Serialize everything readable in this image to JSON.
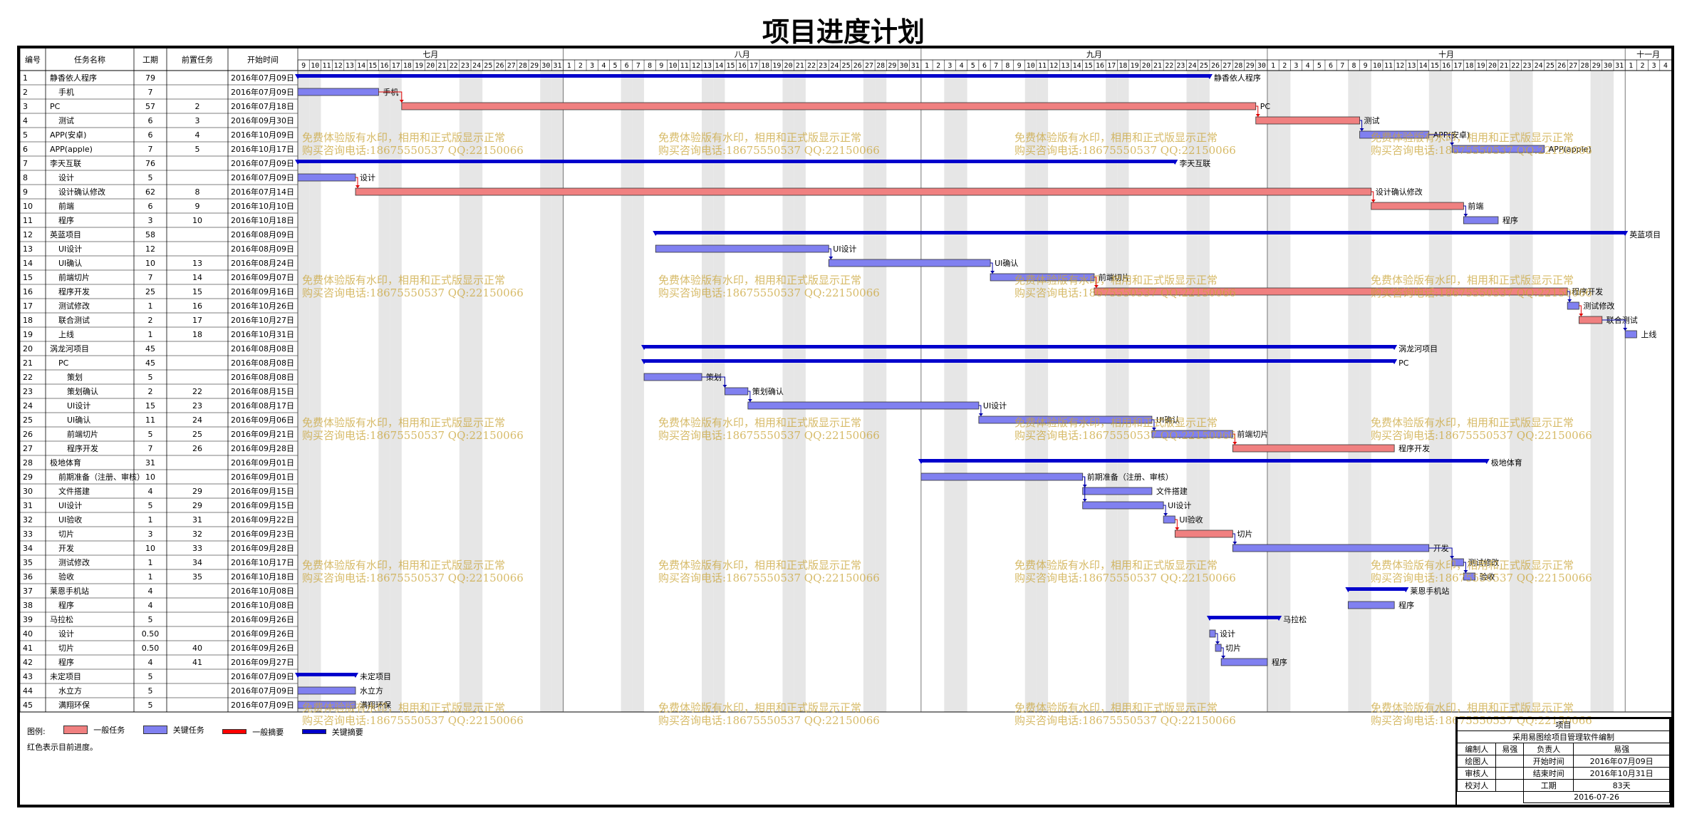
{
  "title": "项目进度计划",
  "columns": {
    "num": "编号",
    "name": "任务名称",
    "dur": "工期",
    "pred": "前置任务",
    "start": "开始时间"
  },
  "timeline": {
    "start": "2016-07-09",
    "months": [
      {
        "label": "七月",
        "days": [
          9,
          10,
          11,
          12,
          13,
          14,
          15,
          16,
          17,
          18,
          19,
          20,
          21,
          22,
          23,
          24,
          25,
          26,
          27,
          28,
          29,
          30,
          31
        ]
      },
      {
        "label": "八月",
        "days": [
          1,
          2,
          3,
          4,
          5,
          6,
          7,
          8,
          9,
          10,
          11,
          12,
          13,
          14,
          15,
          16,
          17,
          18,
          19,
          20,
          21,
          22,
          23,
          24,
          25,
          26,
          27,
          28,
          29,
          30,
          31
        ]
      },
      {
        "label": "九月",
        "days": [
          1,
          2,
          3,
          4,
          5,
          6,
          7,
          8,
          9,
          10,
          11,
          12,
          13,
          14,
          15,
          16,
          17,
          18,
          19,
          20,
          21,
          22,
          23,
          24,
          25,
          26,
          27,
          28,
          29,
          30
        ]
      },
      {
        "label": "十月",
        "days": [
          1,
          2,
          3,
          4,
          5,
          6,
          7,
          8,
          9,
          10,
          11,
          12,
          13,
          14,
          15,
          16,
          17,
          18,
          19,
          20,
          21,
          22,
          23,
          24,
          25,
          26,
          27,
          28,
          29,
          30,
          31
        ]
      },
      {
        "label": "十一月",
        "days": [
          1,
          2,
          3,
          4
        ]
      }
    ]
  },
  "chart_data": {
    "type": "gantt",
    "title": "项目进度计划",
    "tasks": [
      {
        "id": "1",
        "name": "静香依人程序",
        "dur": "79",
        "pred": "",
        "start": "2016年07月09日",
        "kind": "summary",
        "label": "静香依人程序"
      },
      {
        "id": "2",
        "name": "手机",
        "dur": "7",
        "pred": "",
        "start": "2016年07月09日",
        "kind": "task",
        "label": "手机"
      },
      {
        "id": "3",
        "name": "PC",
        "dur": "57",
        "pred": "2",
        "start": "2016年07月18日",
        "kind": "critical",
        "label": "PC"
      },
      {
        "id": "4",
        "name": "测试",
        "dur": "6",
        "pred": "3",
        "start": "2016年09月30日",
        "kind": "critical",
        "label": "测试"
      },
      {
        "id": "5",
        "name": "APP(安卓)",
        "dur": "6",
        "pred": "4",
        "start": "2016年10月09日",
        "kind": "task",
        "label": "APP(安卓)"
      },
      {
        "id": "6",
        "name": "APP(apple)",
        "dur": "7",
        "pred": "5",
        "start": "2016年10月17日",
        "kind": "task",
        "label": "APP(apple)"
      },
      {
        "id": "7",
        "name": "李天互联",
        "dur": "76",
        "pred": "",
        "start": "2016年07月09日",
        "kind": "summary",
        "label": "李天互联"
      },
      {
        "id": "8",
        "name": "设计",
        "dur": "5",
        "pred": "",
        "start": "2016年07月09日",
        "kind": "task",
        "label": "设计"
      },
      {
        "id": "9",
        "name": "设计确认修改",
        "dur": "62",
        "pred": "8",
        "start": "2016年07月14日",
        "kind": "critical",
        "label": "设计确认修改"
      },
      {
        "id": "10",
        "name": "前端",
        "dur": "6",
        "pred": "9",
        "start": "2016年10月10日",
        "kind": "critical",
        "label": "前端"
      },
      {
        "id": "11",
        "name": "程序",
        "dur": "3",
        "pred": "10",
        "start": "2016年10月18日",
        "kind": "task",
        "label": "程序"
      },
      {
        "id": "12",
        "name": "英蓝项目",
        "dur": "58",
        "pred": "",
        "start": "2016年08月09日",
        "kind": "summary",
        "label": "英蓝项目"
      },
      {
        "id": "13",
        "name": "UI设计",
        "dur": "12",
        "pred": "",
        "start": "2016年08月09日",
        "kind": "task",
        "label": "UI设计"
      },
      {
        "id": "14",
        "name": "UI确认",
        "dur": "10",
        "pred": "13",
        "start": "2016年08月24日",
        "kind": "task",
        "label": "UI确认"
      },
      {
        "id": "15",
        "name": "前端切片",
        "dur": "7",
        "pred": "14",
        "start": "2016年09月07日",
        "kind": "task",
        "label": "前端切片"
      },
      {
        "id": "16",
        "name": "程序开发",
        "dur": "25",
        "pred": "15",
        "start": "2016年09月16日",
        "kind": "critical",
        "label": "程序开发"
      },
      {
        "id": "17",
        "name": "测试修改",
        "dur": "1",
        "pred": "16",
        "start": "2016年10月26日",
        "kind": "task",
        "label": "测试修改"
      },
      {
        "id": "18",
        "name": "联合测试",
        "dur": "2",
        "pred": "17",
        "start": "2016年10月27日",
        "kind": "critical",
        "label": "联合测试"
      },
      {
        "id": "19",
        "name": "上线",
        "dur": "1",
        "pred": "18",
        "start": "2016年10月31日",
        "kind": "task",
        "label": "上线"
      },
      {
        "id": "20",
        "name": "涡龙河项目",
        "dur": "45",
        "pred": "",
        "start": "2016年08月08日",
        "kind": "summary",
        "label": "涡龙河项目"
      },
      {
        "id": "21",
        "name": "PC",
        "dur": "45",
        "pred": "",
        "start": "2016年08月08日",
        "kind": "summary",
        "label": "PC"
      },
      {
        "id": "22",
        "name": "策划",
        "dur": "5",
        "pred": "",
        "start": "2016年08月08日",
        "kind": "task",
        "label": "策划"
      },
      {
        "id": "23",
        "name": "策划确认",
        "dur": "2",
        "pred": "22",
        "start": "2016年08月15日",
        "kind": "task",
        "label": "策划确认"
      },
      {
        "id": "24",
        "name": "UI设计",
        "dur": "15",
        "pred": "23",
        "start": "2016年08月17日",
        "kind": "task",
        "label": "UI设计"
      },
      {
        "id": "25",
        "name": "UI确认",
        "dur": "11",
        "pred": "24",
        "start": "2016年09月06日",
        "kind": "task",
        "label": "UI确认"
      },
      {
        "id": "26",
        "name": "前端切片",
        "dur": "5",
        "pred": "25",
        "start": "2016年09月21日",
        "kind": "task",
        "label": "前端切片"
      },
      {
        "id": "27",
        "name": "程序开发",
        "dur": "7",
        "pred": "26",
        "start": "2016年09月28日",
        "kind": "critical",
        "label": "程序开发"
      },
      {
        "id": "28",
        "name": "极地体育",
        "dur": "31",
        "pred": "",
        "start": "2016年09月01日",
        "kind": "summary",
        "label": "极地体育"
      },
      {
        "id": "29",
        "name": "前期准备（注册、审核）",
        "dur": "10",
        "pred": "",
        "start": "2016年09月01日",
        "kind": "task",
        "label": "前期准备（注册、审核）"
      },
      {
        "id": "30",
        "name": "文件搭建",
        "dur": "4",
        "pred": "29",
        "start": "2016年09月15日",
        "kind": "task",
        "label": "文件搭建"
      },
      {
        "id": "31",
        "name": "UI设计",
        "dur": "5",
        "pred": "29",
        "start": "2016年09月15日",
        "kind": "task",
        "label": "UI设计"
      },
      {
        "id": "32",
        "name": "UI验收",
        "dur": "1",
        "pred": "31",
        "start": "2016年09月22日",
        "kind": "task",
        "label": "UI验收"
      },
      {
        "id": "33",
        "name": "切片",
        "dur": "3",
        "pred": "32",
        "start": "2016年09月23日",
        "kind": "critical",
        "label": "切片"
      },
      {
        "id": "34",
        "name": "开发",
        "dur": "10",
        "pred": "33",
        "start": "2016年09月28日",
        "kind": "task",
        "label": "开发"
      },
      {
        "id": "35",
        "name": "测试修改",
        "dur": "1",
        "pred": "34",
        "start": "2016年10月17日",
        "kind": "task",
        "label": "测试修改"
      },
      {
        "id": "36",
        "name": "验收",
        "dur": "1",
        "pred": "35",
        "start": "2016年10月18日",
        "kind": "task",
        "label": "验收"
      },
      {
        "id": "37",
        "name": "莱恩手机站",
        "dur": "4",
        "pred": "",
        "start": "2016年10月08日",
        "kind": "summary",
        "label": "莱恩手机站"
      },
      {
        "id": "38",
        "name": "程序",
        "dur": "4",
        "pred": "",
        "start": "2016年10月08日",
        "kind": "task",
        "label": "程序"
      },
      {
        "id": "39",
        "name": "马拉松",
        "dur": "5",
        "pred": "",
        "start": "2016年09月26日",
        "kind": "summary",
        "label": "马拉松"
      },
      {
        "id": "40",
        "name": "设计",
        "dur": "0.50",
        "pred": "",
        "start": "2016年09月26日",
        "kind": "task",
        "label": "设计"
      },
      {
        "id": "41",
        "name": "切片",
        "dur": "0.50",
        "pred": "40",
        "start": "2016年09月26日",
        "kind": "task",
        "label": "切片"
      },
      {
        "id": "42",
        "name": "程序",
        "dur": "4",
        "pred": "41",
        "start": "2016年09月27日",
        "kind": "task",
        "label": "程序"
      },
      {
        "id": "43",
        "name": "未定项目",
        "dur": "5",
        "pred": "",
        "start": "2016年07月09日",
        "kind": "summary",
        "label": "未定项目"
      },
      {
        "id": "44",
        "name": "水立方",
        "dur": "5",
        "pred": "",
        "start": "2016年07月09日",
        "kind": "task",
        "label": "水立方"
      },
      {
        "id": "45",
        "name": "满翔环保",
        "dur": "5",
        "pred": "",
        "start": "2016年07月09日",
        "kind": "task",
        "label": "满翔环保"
      }
    ],
    "rows_layout": [
      {
        "bar": [
          0,
          79
        ],
        "indent": 0
      },
      {
        "bar": [
          0,
          7
        ],
        "indent": 1
      },
      {
        "bar": [
          9,
          83
        ],
        "indent": 0
      },
      {
        "bar": [
          83,
          92
        ],
        "indent": 1
      },
      {
        "bar": [
          92,
          98
        ],
        "indent": 0
      },
      {
        "bar": [
          100,
          108
        ],
        "indent": 0
      },
      {
        "bar": [
          0,
          76
        ],
        "indent": 0
      },
      {
        "bar": [
          0,
          5
        ],
        "indent": 1
      },
      {
        "bar": [
          5,
          93
        ],
        "indent": 1
      },
      {
        "bar": [
          93,
          101
        ],
        "indent": 1
      },
      {
        "bar": [
          101,
          104
        ],
        "indent": 1
      },
      {
        "bar": [
          31,
          115
        ],
        "indent": 0
      },
      {
        "bar": [
          31,
          46
        ],
        "indent": 1
      },
      {
        "bar": [
          46,
          60
        ],
        "indent": 1
      },
      {
        "bar": [
          60,
          69
        ],
        "indent": 1
      },
      {
        "bar": [
          69,
          110
        ],
        "indent": 1
      },
      {
        "bar": [
          110,
          111
        ],
        "indent": 1
      },
      {
        "bar": [
          111,
          113
        ],
        "indent": 1
      },
      {
        "bar": [
          115,
          116
        ],
        "indent": 1
      },
      {
        "bar": [
          30,
          95
        ],
        "indent": 0
      },
      {
        "bar": [
          30,
          95
        ],
        "indent": 1
      },
      {
        "bar": [
          30,
          35
        ],
        "indent": 2
      },
      {
        "bar": [
          37,
          39
        ],
        "indent": 2
      },
      {
        "bar": [
          39,
          59
        ],
        "indent": 2
      },
      {
        "bar": [
          59,
          74
        ],
        "indent": 2
      },
      {
        "bar": [
          74,
          81
        ],
        "indent": 2
      },
      {
        "bar": [
          81,
          95
        ],
        "indent": 2
      },
      {
        "bar": [
          54,
          103
        ],
        "indent": 0
      },
      {
        "bar": [
          54,
          68
        ],
        "indent": 1
      },
      {
        "bar": [
          68,
          74
        ],
        "indent": 1
      },
      {
        "bar": [
          68,
          75
        ],
        "indent": 1
      },
      {
        "bar": [
          75,
          76
        ],
        "indent": 1
      },
      {
        "bar": [
          76,
          81
        ],
        "indent": 1
      },
      {
        "bar": [
          81,
          98
        ],
        "indent": 1
      },
      {
        "bar": [
          100,
          101
        ],
        "indent": 1
      },
      {
        "bar": [
          101,
          102
        ],
        "indent": 1
      },
      {
        "bar": [
          91,
          96
        ],
        "indent": 0
      },
      {
        "bar": [
          91,
          95
        ],
        "indent": 1
      },
      {
        "bar": [
          79,
          85
        ],
        "indent": 0
      },
      {
        "bar": [
          79,
          79.5
        ],
        "indent": 1
      },
      {
        "bar": [
          79.5,
          80
        ],
        "indent": 1
      },
      {
        "bar": [
          80,
          84
        ],
        "indent": 1
      },
      {
        "bar": [
          0,
          5
        ],
        "indent": 0
      },
      {
        "bar": [
          0,
          5
        ],
        "indent": 1
      },
      {
        "bar": [
          0,
          5
        ],
        "indent": 1
      }
    ]
  },
  "legend": {
    "prefix": "图例:",
    "items": [
      {
        "label": "一般任务",
        "color": "#f08080"
      },
      {
        "label": "关键任务",
        "color": "#8080f0"
      },
      {
        "label": "一般摘要",
        "color": "#ff0000"
      },
      {
        "label": "关键摘要",
        "color": "#0000cc"
      }
    ],
    "note": "红色表示目前进度。"
  },
  "watermark": {
    "line1": "免费体验版有水印，相用和正式版显示正常",
    "line2": "购买咨询电话:18675550537 QQ:22150066"
  },
  "info": {
    "project": "项目",
    "software": "采用易图绘项目管理软件编制",
    "editor_label": "编制人",
    "editor": "易强",
    "owner_label": "负责人",
    "owner": "易强",
    "drawer_label": "绘图人",
    "start_label": "开始时间",
    "start": "2016年07月09日",
    "reviewer_label": "审核人",
    "end_label": "结束时间",
    "end": "2016年10月31日",
    "checker_label": "校对人",
    "dur_label": "工期",
    "dur": "83天",
    "date": "2016-07-26"
  },
  "colors": {
    "task": "#8080f0",
    "critical": "#f08080",
    "summary": "#0000cc",
    "weekend": "#e6e6e6"
  }
}
